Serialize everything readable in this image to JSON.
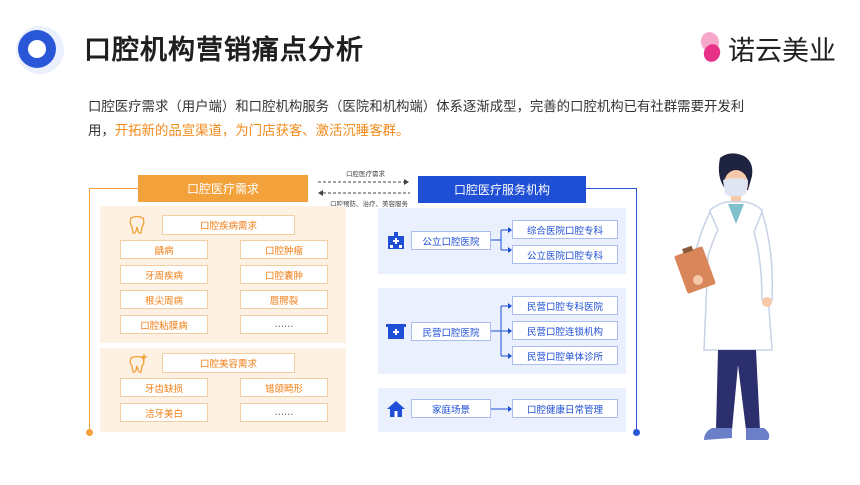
{
  "header": {
    "title": "口腔机构营销痛点分析"
  },
  "brand": {
    "name": "诺云美业"
  },
  "intro": {
    "text_plain": "口腔医疗需求（用户端）和口腔机构服务（医院和机构端）体系逐渐成型，完善的口腔机构已有社群需要开发利用，",
    "text_highlight": "开拓新的品宣渠道，为门店获客、激活沉睡客群。"
  },
  "diagram": {
    "left_header": "口腔医疗需求",
    "right_header": "口腔医疗服务机构",
    "arrow_top_label": "口腔医疗需求",
    "arrow_bottom_label": "口腔预防、治疗、美容服务",
    "disease_group": {
      "title": "口腔疾病需求",
      "items": [
        "龋病",
        "口腔肿瘤",
        "牙周疾病",
        "口腔囊肿",
        "根尖周病",
        "唇腭裂",
        "口腔粘膜病",
        "……"
      ]
    },
    "beauty_group": {
      "title": "口腔美容需求",
      "items": [
        "牙齿缺损",
        "错颌畸形",
        "洁牙美白",
        "……"
      ]
    },
    "public": {
      "label": "公立口腔医院",
      "items": [
        "综合医院口腔专科",
        "公立医院口腔专科"
      ]
    },
    "private": {
      "label": "民营口腔医院",
      "items": [
        "民营口腔专科医院",
        "民营口腔连锁机构",
        "民营口腔单体诊所"
      ]
    },
    "home": {
      "label": "家庭场景",
      "items": [
        "口腔健康日常管理"
      ]
    }
  },
  "colors": {
    "orange": "#f3a13b",
    "blue": "#1f4fd4",
    "highlight": "#f28a1a"
  }
}
